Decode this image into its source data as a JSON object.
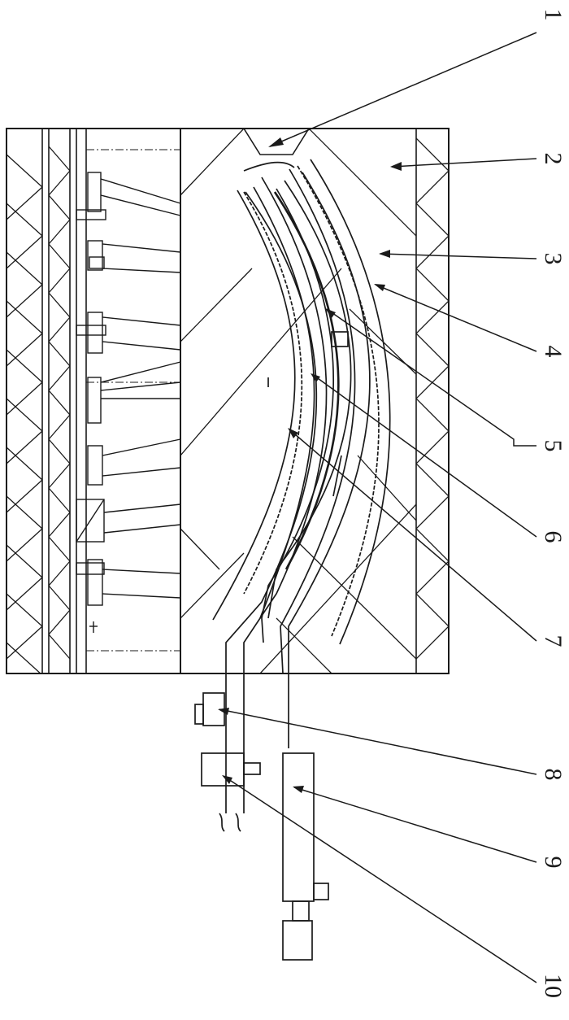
{
  "labels": [
    {
      "id": "1",
      "text": "1"
    },
    {
      "id": "2",
      "text": "2"
    },
    {
      "id": "3",
      "text": "3"
    },
    {
      "id": "4",
      "text": "4"
    },
    {
      "id": "5",
      "text": "5"
    },
    {
      "id": "6",
      "text": "6"
    },
    {
      "id": "7",
      "text": "7"
    },
    {
      "id": "8",
      "text": "8"
    },
    {
      "id": "9",
      "text": "9"
    },
    {
      "id": "10",
      "text": "10"
    }
  ],
  "colors": {
    "line": "#1a1a1a",
    "background": "#ffffff"
  }
}
